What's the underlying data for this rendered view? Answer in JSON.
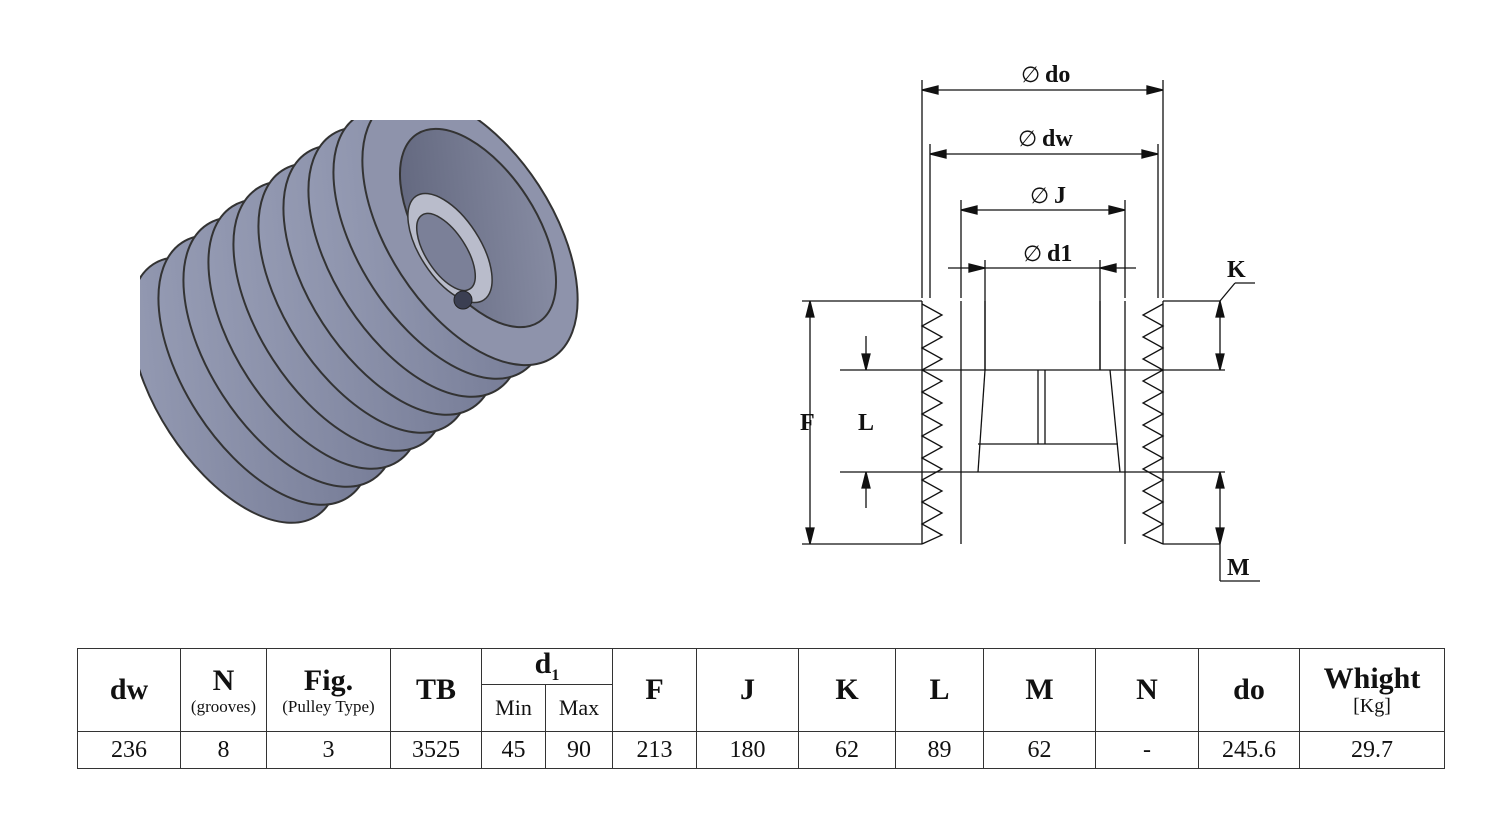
{
  "drawing": {
    "labels": {
      "do": "do",
      "dw": "dw",
      "J": "J",
      "d1": "d1",
      "K": "K",
      "F": "F",
      "L": "L",
      "M": "M"
    },
    "diameter_symbol": "∅",
    "pulley_color": "#8a8ea6"
  },
  "table": {
    "headers": {
      "dw": "dw",
      "N": "N",
      "N_sub": "(grooves)",
      "Fig": "Fig.",
      "Fig_sub": "(Pulley Type)",
      "TB": "TB",
      "d1": "d",
      "d1_sub": "1",
      "Min": "Min",
      "Max": "Max",
      "F": "F",
      "J": "J",
      "K": "K",
      "L": "L",
      "M": "M",
      "N2": "N",
      "do": "do",
      "Whight": "Whight",
      "Whight_sub": "[Kg]"
    },
    "row": {
      "dw": "236",
      "N": "8",
      "Fig": "3",
      "TB": "3525",
      "Min": "45",
      "Max": "90",
      "F": "213",
      "J": "180",
      "K": "62",
      "L": "89",
      "M": "62",
      "N2": "-",
      "do": "245.6",
      "Whight": "29.7"
    }
  }
}
